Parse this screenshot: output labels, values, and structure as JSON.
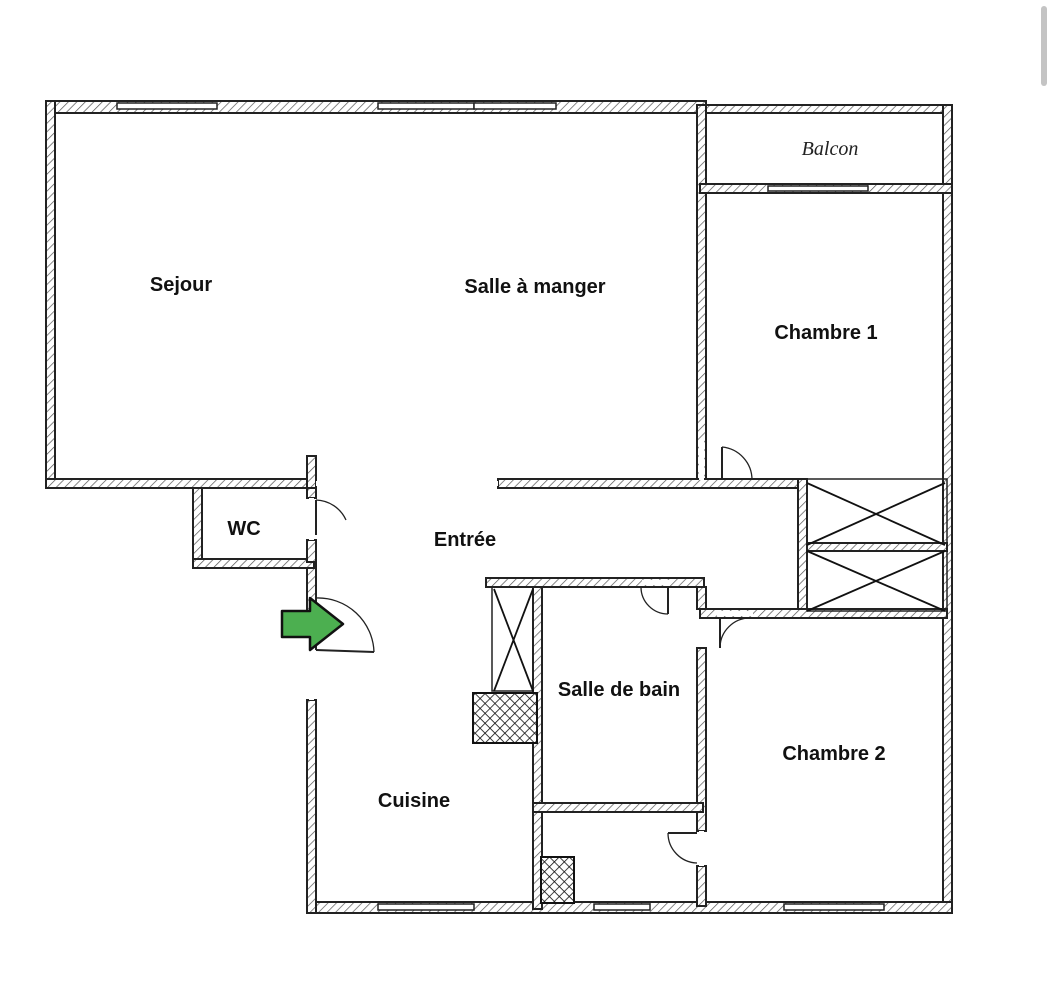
{
  "rooms": {
    "sejour": "Sejour",
    "salle_a_manger": "Salle à manger",
    "chambre_1": "Chambre 1",
    "chambre_2": "Chambre 2",
    "balcon": "Balcon",
    "wc": "WC",
    "entree": "Entrée",
    "salle_de_bain": "Salle de bain",
    "cuisine": "Cuisine"
  },
  "colors": {
    "wall_outline": "#222222",
    "hatch": "#555555",
    "entry_arrow": "#4caf50",
    "background": "#ffffff"
  },
  "icons": {
    "entry": "entry-arrow-icon"
  }
}
